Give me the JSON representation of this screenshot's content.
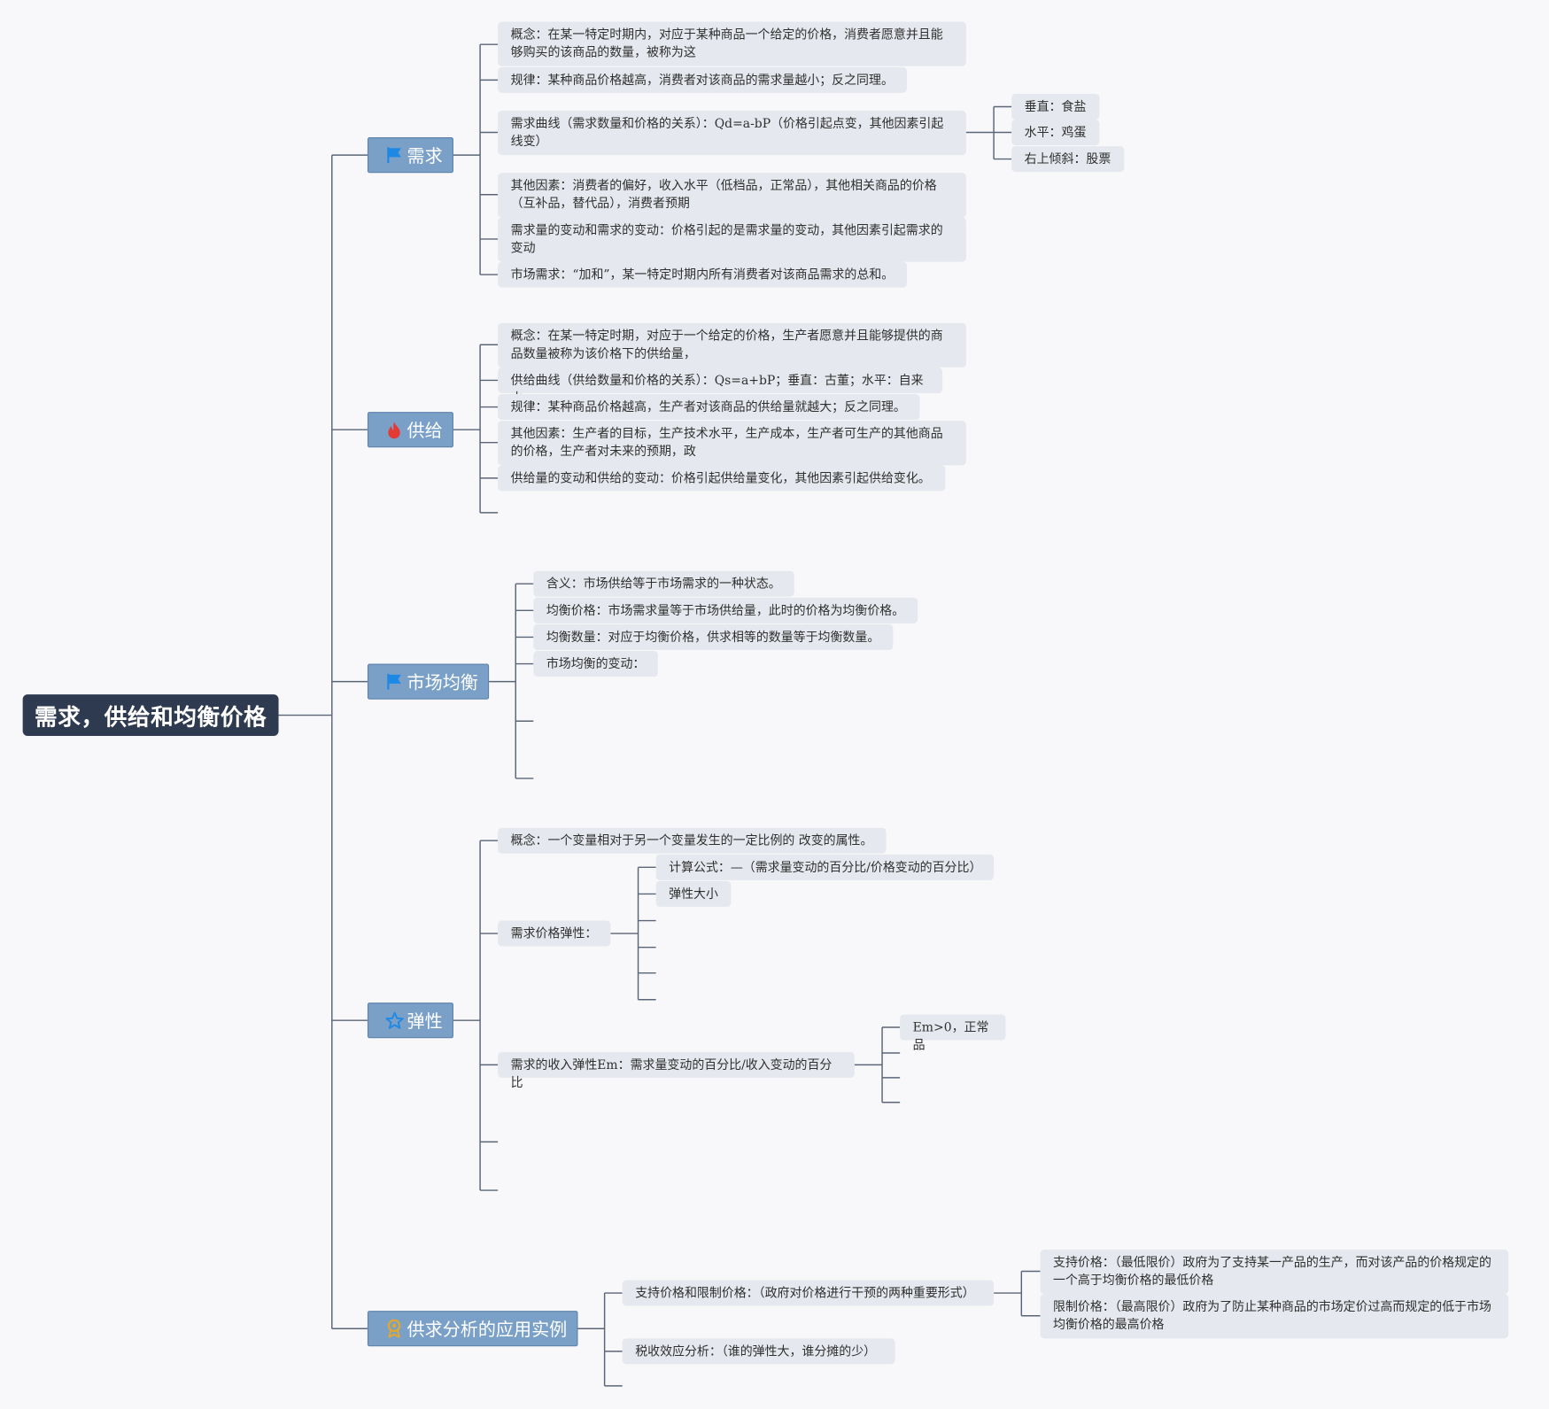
{
  "root": {
    "title": "需求，供给和均衡价格"
  },
  "branches": {
    "demand": {
      "label": "需求",
      "icon": "blue-flag-icon",
      "items": [
        "概念：在某一特定时期内，对应于某种商品一个给定的价格，消费者愿意并且能够购买的该商品的数量，被称为这",
        "规律：某种商品价格越高，消费者对该商品的需求量越小；反之同理。",
        "需求曲线（需求数量和价格的关系）：Qd=a-bP（价格引起点变，其他因素引起线变）",
        "其他因素：消费者的偏好，收入水平（低档品，正常品），其他相关商品的价格（互补品，替代品），消费者预期",
        "需求量的变动和需求的变动：价格引起的是需求量的变动，其他因素引起需求的变动",
        "市场需求：“加和”，某一特定时期内所有消费者对该商品需求的总和。"
      ],
      "curve_children": [
        "垂直：食盐",
        "水平：鸡蛋",
        "右上倾斜：股票"
      ]
    },
    "supply": {
      "label": "供给",
      "icon": "fire-icon",
      "items": [
        "概念：在某一特定时期，对应于一个给定的价格，生产者愿意并且能够提供的商品数量被称为该价格下的供给量，",
        "供给曲线（供给数量和价格的关系）：Qs=a+bP；垂直：古董；水平：自来水",
        "规律：某种商品价格越高，生产者对该商品的供给量就越大；反之同理。",
        "其他因素：生产者的目标，生产技术水平，生产成本，生产者可生产的其他商品的价格，生产者对未来的预期，政",
        "供给量的变动和供给的变动：价格引起供给量变化，其他因素引起供给变化。"
      ]
    },
    "equilibrium": {
      "label": "市场均衡",
      "icon": "blue-flag-icon",
      "items": [
        "含义：市场供给等于市场需求的一种状态。",
        "均衡价格：市场需求量等于市场供给量，此时的价格为均衡价格。",
        "均衡数量：对应于均衡价格，供求相等的数量等于均衡数量。",
        "市场均衡的变动："
      ]
    },
    "elasticity": {
      "label": "弹性",
      "icon": "star-icon",
      "concept": "概念：一个变量相对于另一个变量发生的一定比例的 改变的属性。",
      "price_elasticity": {
        "label": "需求价格弹性：",
        "children": [
          "计算公式：—（需求量变动的百分比/价格变动的百分比）",
          "弹性大小"
        ]
      },
      "income_elasticity": {
        "label": "需求的收入弹性Em：需求量变动的百分比/收入变动的百分比",
        "children": [
          "Em>0，正常品"
        ]
      }
    },
    "application": {
      "label": "供求分析的应用实例",
      "icon": "award-icon",
      "price_control": {
        "label": "支持价格和限制价格：（政府对价格进行干预的两种重要形式）",
        "children": [
          "支持价格：（最低限价）政府为了支持某一产品的生产，而对该产品的价格规定的一个高于均衡价格的最低价格",
          "限制价格：（最高限价）政府为了防止某种商品的市场定价过高而规定的低于市场均衡价格的最高价格"
        ]
      },
      "tax": "税收效应分析：（谁的弹性大，谁分摊的少）"
    }
  },
  "colors": {
    "root": "#2e3a4f",
    "branch": "#7aa0c8",
    "leaf": "#e5e8ee",
    "line": "#5a6577",
    "flag": "#1e88e5",
    "fire": "#e53935",
    "star": "#1e88e5",
    "award": "#e0a82e"
  }
}
